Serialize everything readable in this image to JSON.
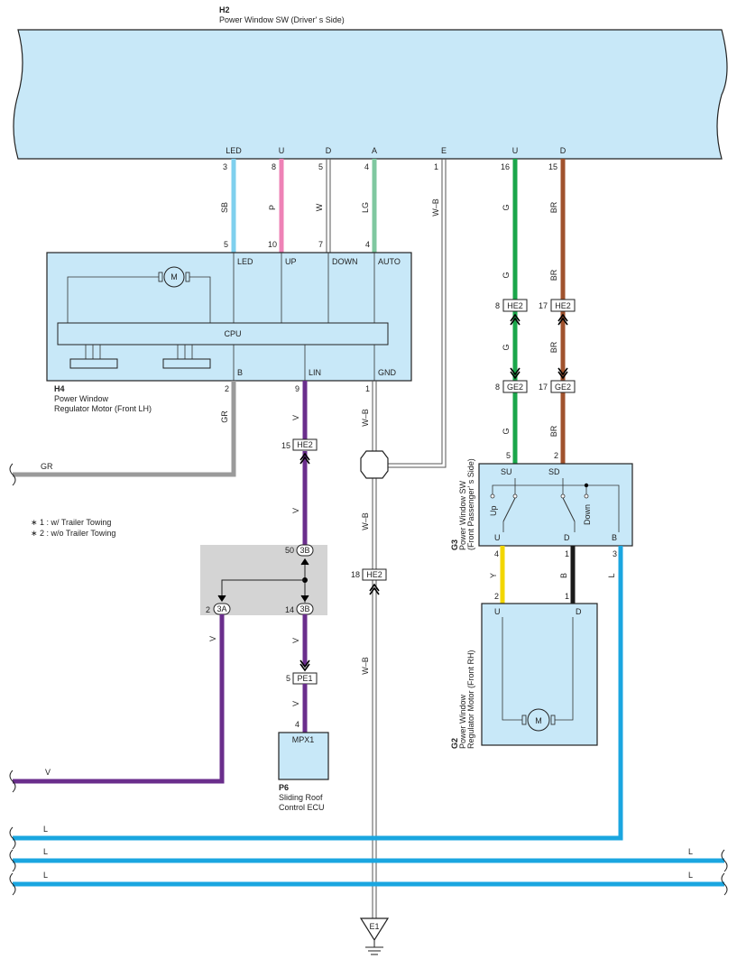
{
  "colors": {
    "panel": "#c8e8f8",
    "shade": "#d4d4d4",
    "SB": "#7fd0ee",
    "P": "#ee82b6",
    "LG": "#80c8a0",
    "G": "#1aa64a",
    "BR": "#a0522d",
    "GR": "#9a9a9a",
    "V": "#6a2e8c",
    "Y": "#f2d600",
    "B": "#1a1a1a",
    "L": "#1aa6e0"
  },
  "h2": {
    "code": "H2",
    "name": "Power Window SW (Driver' s Side)",
    "terminals": [
      "LED",
      "U",
      "D",
      "A",
      "E",
      "U",
      "D"
    ],
    "pins": [
      "3",
      "8",
      "5",
      "4",
      "1",
      "16",
      "15"
    ]
  },
  "wires_top": [
    "SB",
    "P",
    "W",
    "LG",
    "W–B",
    "G",
    "BR"
  ],
  "h4": {
    "code": "H4",
    "name_line1": "Power Window",
    "name_line2": "Regulator Motor (Front LH)",
    "top_pins": [
      "5",
      "10",
      "7",
      "4"
    ],
    "top_terminals": [
      "LED",
      "UP",
      "DOWN",
      "AUTO"
    ],
    "bottom_terminals": [
      "B",
      "LIN",
      "GND"
    ],
    "bottom_pins": [
      "2",
      "9",
      "1"
    ],
    "cpu_label": "CPU",
    "motor_label": "M"
  },
  "connectors": {
    "he2_g_pin": "8",
    "he2_g": "HE2",
    "he2_br_pin": "17",
    "he2_br": "HE2",
    "ge2_g_pin": "8",
    "ge2_g": "GE2",
    "ge2_br_pin": "17",
    "ge2_br": "GE2",
    "he2_lin_pin": "15",
    "he2_lin": "HE2",
    "he2_gnd_pin": "18",
    "he2_gnd": "HE2",
    "c3b_top_pin": "50",
    "c3b_top": "3B",
    "c3b_bot_pin": "14",
    "c3b_bot": "3B",
    "c3a_pin": "2",
    "c3a": "3A",
    "pe1_pin": "5",
    "pe1": "PE1"
  },
  "wire_labels": {
    "gr_left": "GR",
    "gr_vert": "GR",
    "v1": "V",
    "v2": "V",
    "v3": "V",
    "v4": "V",
    "v_left": "V",
    "v_bottom": "V",
    "wb1": "W–B",
    "wb2": "W–B",
    "wb3": "W–B",
    "g1": "G",
    "g2": "G",
    "br1": "BR",
    "br2": "BR",
    "y": "Y",
    "b": "B",
    "l": "L"
  },
  "notes": {
    "n1": "∗ 1 : w/ Trailer Towing",
    "n2": "∗ 2 : w/o Trailer Towing"
  },
  "g3": {
    "code": "G3",
    "name_line1": "Power Window SW",
    "name_line2": "(Front Passenger' s Side)",
    "top_pins": [
      "5",
      "2"
    ],
    "top_terminals": [
      "SU",
      "SD"
    ],
    "bottom_terminals": [
      "U",
      "D",
      "B"
    ],
    "bottom_pins": [
      "4",
      "1",
      "3"
    ],
    "up_label": "Up",
    "down_label": "Down"
  },
  "g2": {
    "code": "G2",
    "name_line1": "Power Window",
    "name_line2": "Regulator Motor (Front RH)",
    "top_pins": [
      "2",
      "1"
    ],
    "top_terminals": [
      "U",
      "D"
    ],
    "motor_label": "M"
  },
  "p6": {
    "code": "P6",
    "name_line1": "Sliding Roof",
    "name_line2": "Control ECU",
    "terminal": "MPX1",
    "pin": "4"
  },
  "l_bus": {
    "l1_left": "L",
    "l2_left": "L",
    "l2_right": "L",
    "l3_left": "L",
    "l3_right": "L"
  },
  "ground": {
    "label": "E1"
  }
}
